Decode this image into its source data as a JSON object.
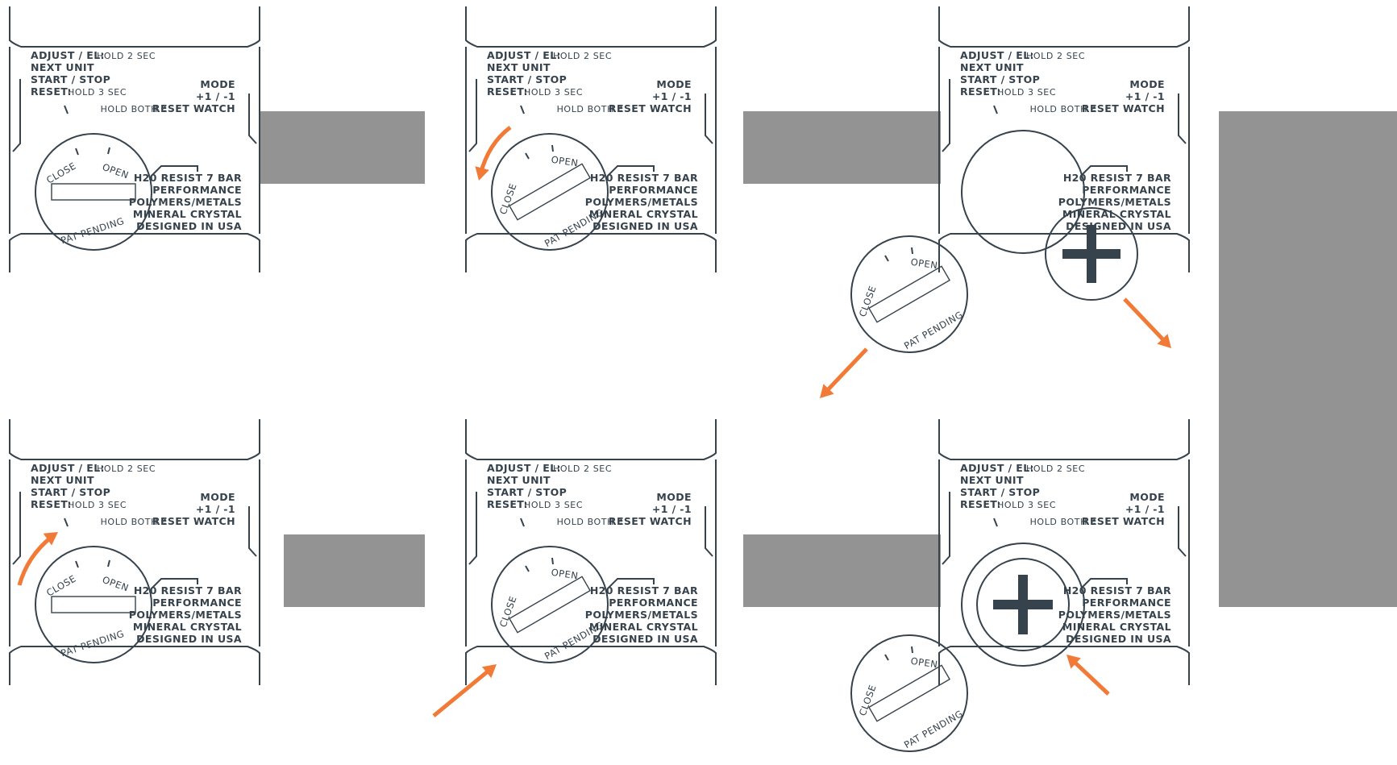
{
  "watch_labels": {
    "adjust": "ADJUST / EL",
    "adjust_hint": "HOLD 2 SEC",
    "next_unit": "NEXT UNIT",
    "start_stop": "START / STOP",
    "reset": "RESET",
    "reset_hint": "HOLD 3 SEC",
    "mode": "MODE",
    "plus_minus": "+1 / -1",
    "hold_both": "HOLD BOTH",
    "reset_watch": "RESET WATCH",
    "specs": [
      "H20 RESIST 7 BAR",
      "PERFORMANCE",
      "POLYMERS/METALS",
      "MINERAL CRYSTAL",
      "DESIGNED IN USA"
    ]
  },
  "cover_labels": {
    "close": "CLOSE",
    "open": "OPEN",
    "pat_pending": "PAT PENDING"
  },
  "steps": [
    {
      "id": "step-1",
      "state": "closed-cover"
    },
    {
      "id": "step-2",
      "state": "rotate-to-open"
    },
    {
      "id": "step-3",
      "state": "remove-cover-and-battery"
    },
    {
      "id": "step-4",
      "state": "insert-battery"
    },
    {
      "id": "step-5",
      "state": "replace-cover"
    },
    {
      "id": "step-6",
      "state": "rotate-to-close"
    }
  ],
  "colors": {
    "line": "#36424c",
    "strap": "#939393",
    "arrow": "#f07a36"
  },
  "icons": [
    "plus-icon",
    "rotate-arrow-icon",
    "direction-arrow-icon"
  ]
}
